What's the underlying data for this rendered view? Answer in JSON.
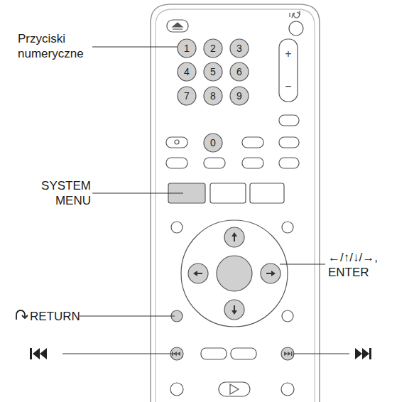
{
  "diagram": {
    "labels": [
      "Przyciski numeryczne",
      "SYSTEM MENU",
      "RETURN",
      "←/↑/↓/→, ENTER",
      "1",
      "2",
      "3",
      "4",
      "5",
      "6",
      "7",
      "8",
      "9",
      "0",
      "+",
      "−"
    ]
  }
}
